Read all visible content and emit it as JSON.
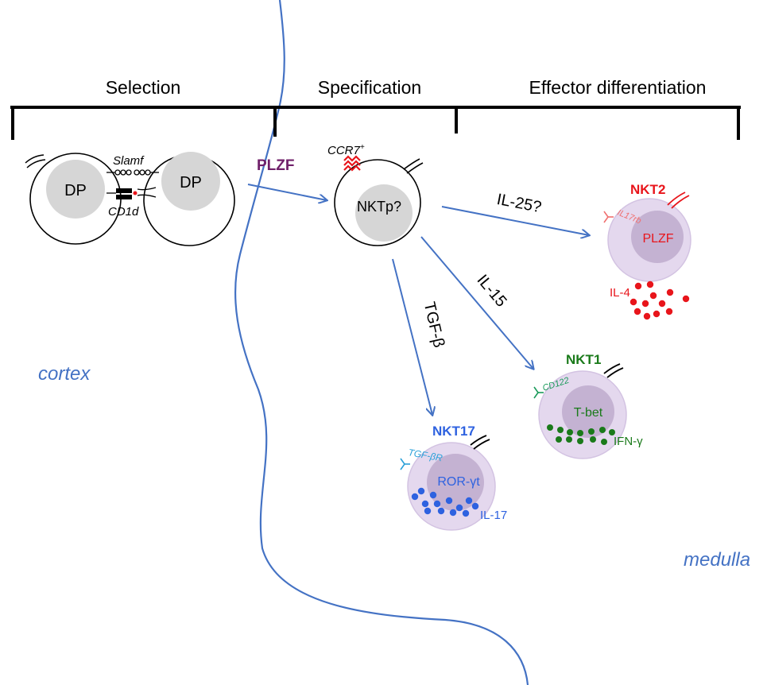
{
  "stages": {
    "selection": "Selection",
    "specification": "Specification",
    "effector": "Effector differentiation"
  },
  "regions": {
    "cortex": "cortex",
    "medulla": "medulla"
  },
  "selection_cells": {
    "dp_left": "DP",
    "dp_right": "DP",
    "slamf": "Slamf",
    "cd1d": "CD1d"
  },
  "transition": {
    "plzf": "PLZF"
  },
  "precursor": {
    "label": "NKTp?",
    "receptor": "CCR7",
    "receptor_sup": "+"
  },
  "arrows": {
    "il25": "IL-25?",
    "il15": "IL-15",
    "tgfb": "TGF-β"
  },
  "nkt2": {
    "name": "NKT2",
    "factor": "PLZF",
    "receptor": "IL17rb",
    "cytokine": "IL-4"
  },
  "nkt1": {
    "name": "NKT1",
    "factor": "T-bet",
    "receptor": "CD122",
    "cytokine": "IFN-γ"
  },
  "nkt17": {
    "name": "NKT17",
    "factor": "ROR-γt",
    "receptor": "TGF-βR",
    "cytokine": "IL-17"
  },
  "colors": {
    "arrow": "#4472C4",
    "plzf": "#70206A",
    "nkt2": "#E8151B",
    "nkt1": "#1A7A1A",
    "nkt17": "#2E62E0",
    "cell_fill": "#E4D8EE",
    "nucleus_fill": "#C4B2D2"
  }
}
